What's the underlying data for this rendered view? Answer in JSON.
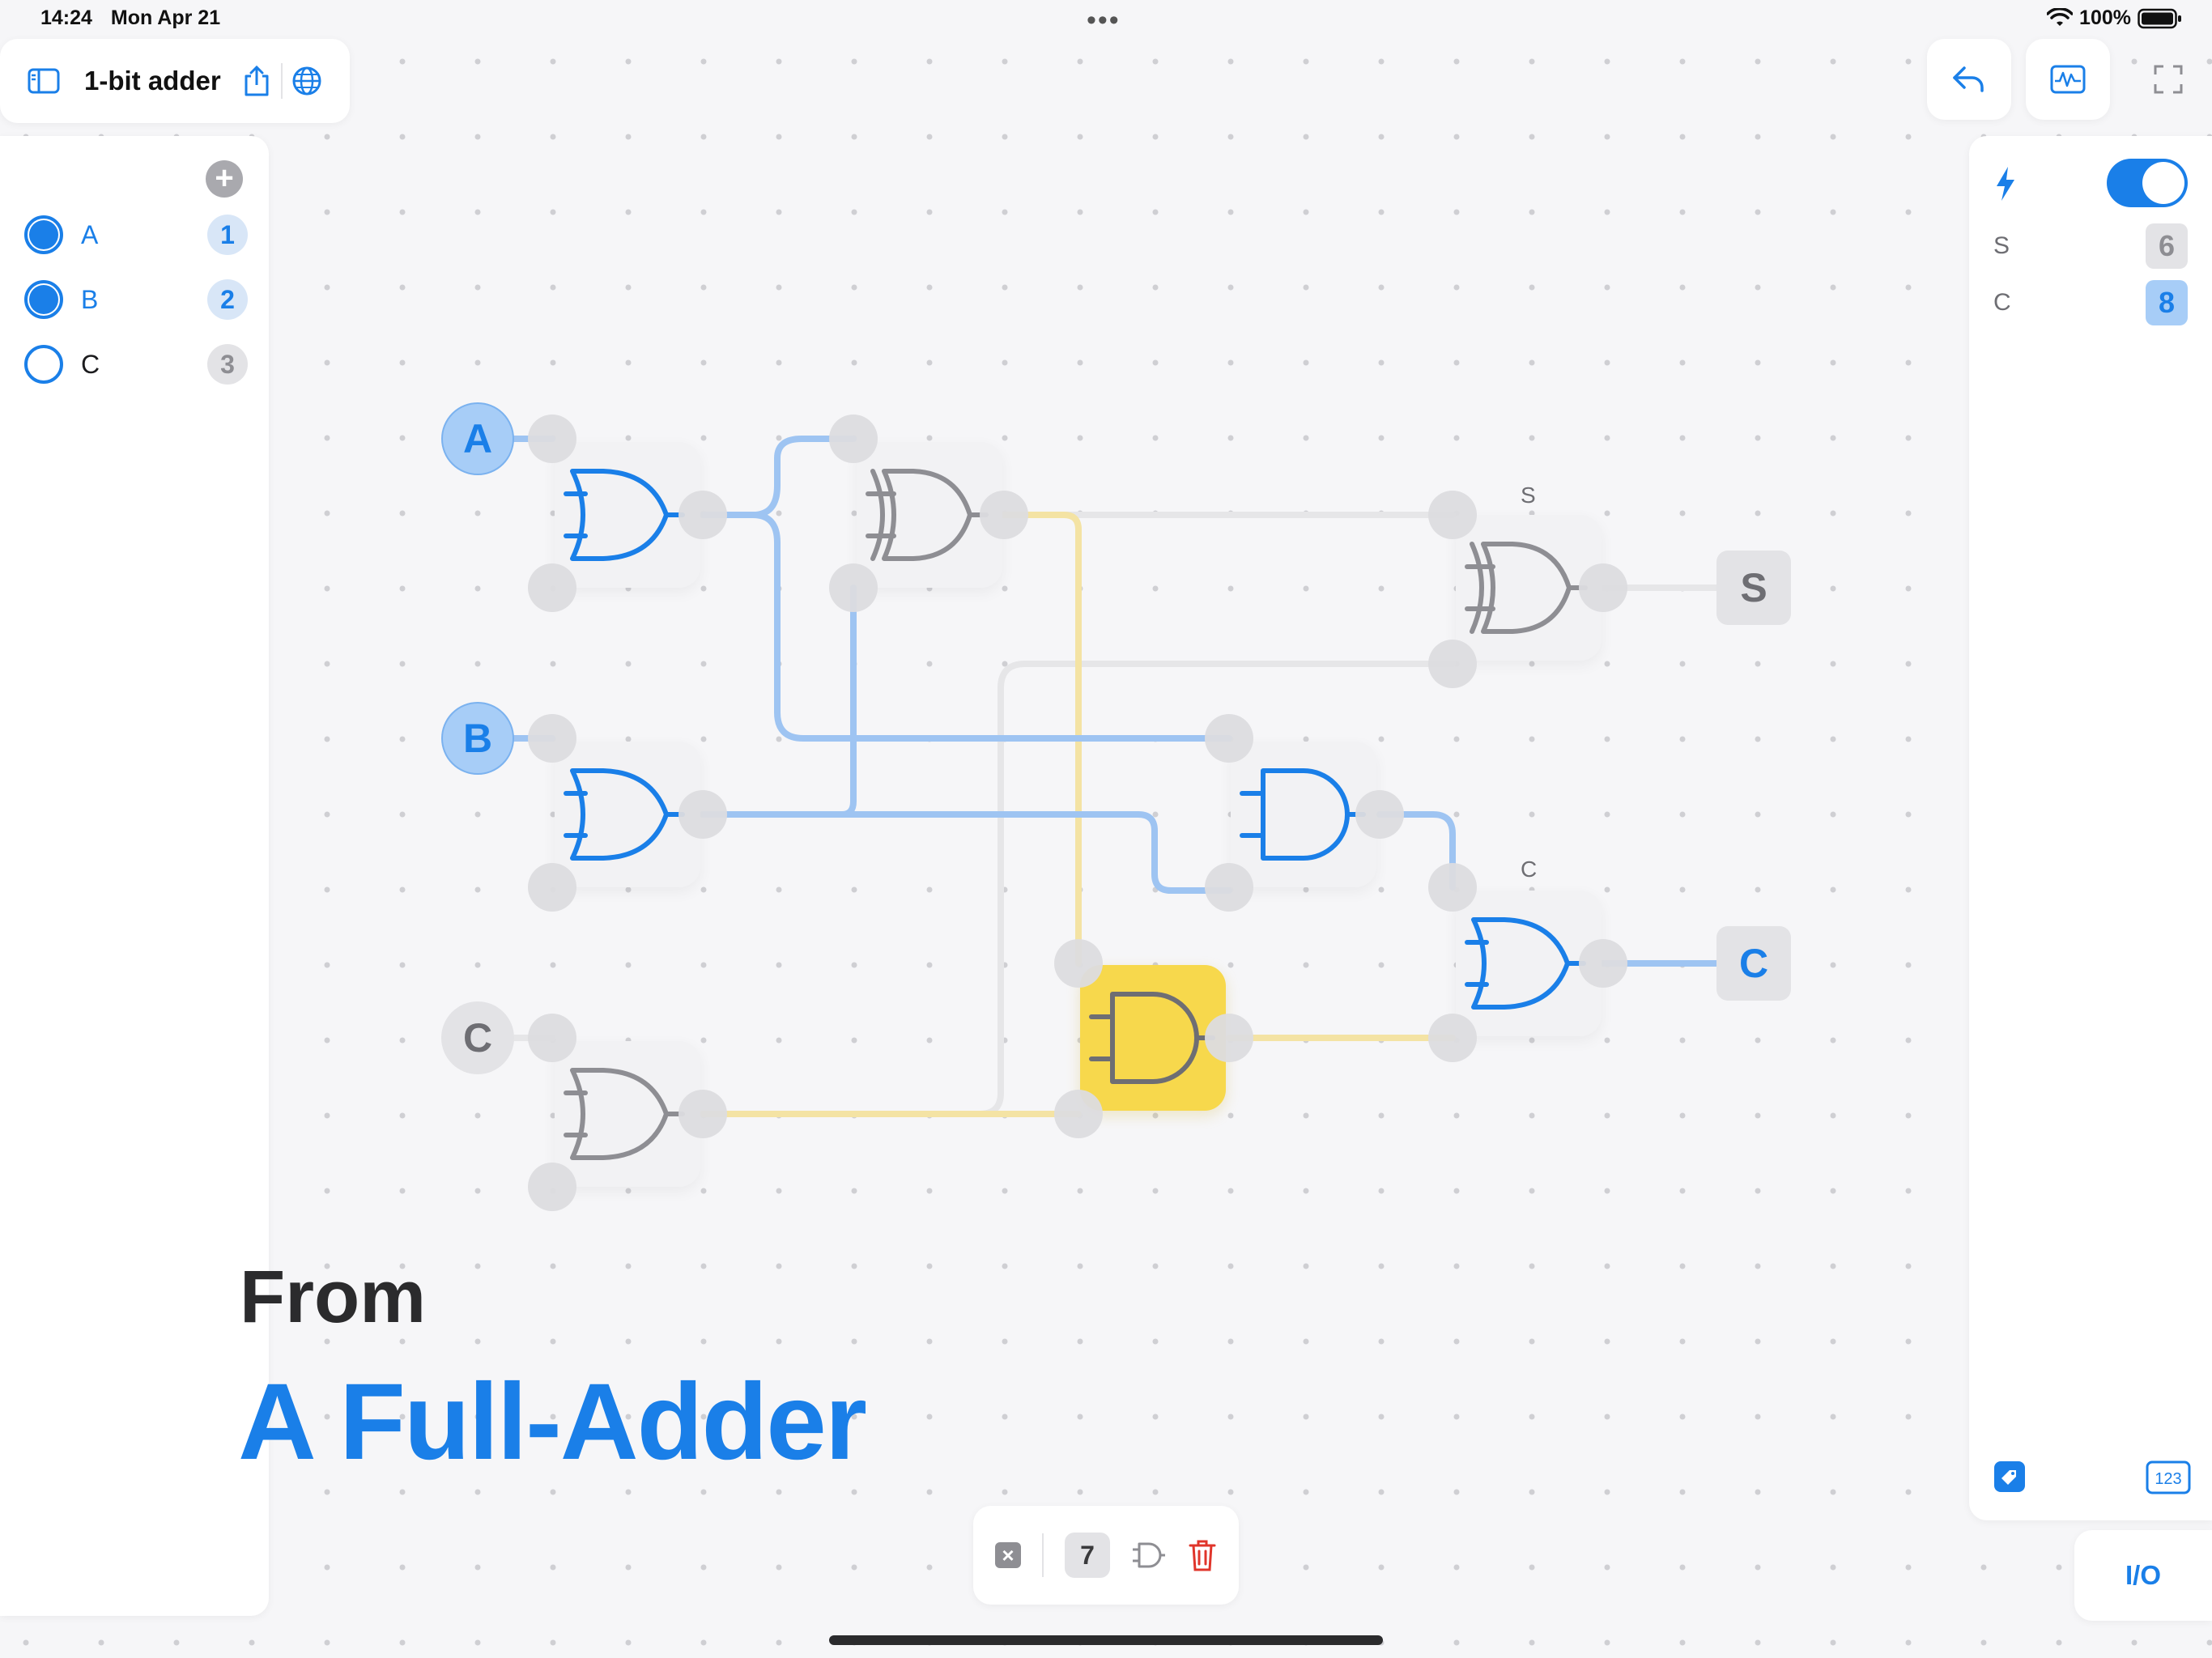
{
  "status_bar": {
    "time": "14:24",
    "date": "Mon Apr 21",
    "battery": "100%"
  },
  "document": {
    "title": "1-bit adder"
  },
  "inputs_panel": {
    "items": [
      {
        "name": "A",
        "state": "on",
        "index": "1"
      },
      {
        "name": "B",
        "state": "on",
        "index": "2"
      },
      {
        "name": "C",
        "state": "off",
        "index": "3"
      }
    ]
  },
  "outputs_panel": {
    "simulate_on": true,
    "items": [
      {
        "name": "S",
        "value": "6",
        "state": "off"
      },
      {
        "name": "C",
        "value": "8",
        "state": "on"
      }
    ],
    "io_label": "I/O"
  },
  "circuit": {
    "input_nodes": [
      "A",
      "B",
      "C"
    ],
    "output_nodes": [
      "S",
      "C"
    ],
    "gate_labels": {
      "sum": "S",
      "carry": "C"
    }
  },
  "toolbar": {
    "selection_count": "7"
  },
  "headline": {
    "line1": "From",
    "line2": "A Full-Adder"
  },
  "colors": {
    "accent": "#1a7fe8",
    "wire_on": "#9ec4f2",
    "wire_pending": "#f4e3a4",
    "wire_off": "#e6e6e8",
    "highlight": "#f7d84c"
  }
}
